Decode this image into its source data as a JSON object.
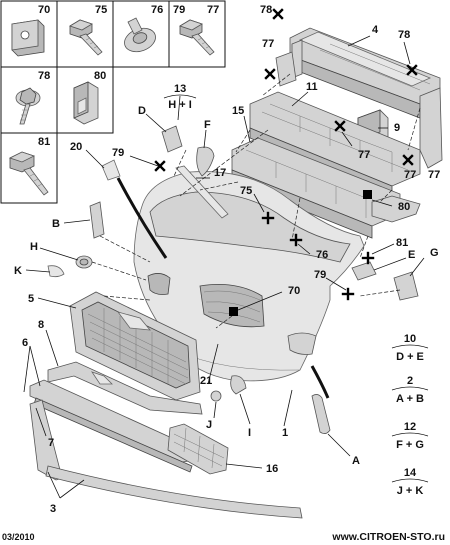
{
  "fastener_boxes": [
    {
      "number": "70"
    },
    {
      "number": "75"
    },
    {
      "number": "76"
    },
    {
      "number": "79"
    },
    {
      "number": "77"
    },
    {
      "number": "78"
    },
    {
      "number": "80"
    },
    {
      "number": "81"
    }
  ],
  "callouts": [
    "78",
    "4",
    "78",
    "77",
    "77",
    "11",
    "9",
    "15",
    "77",
    "77",
    "80",
    "75",
    "76",
    "81",
    "E",
    "G",
    "79",
    "70",
    "D",
    "F",
    "17",
    "13",
    "20",
    "79",
    "B",
    "H",
    "K",
    "5",
    "8",
    "6",
    "7",
    "3",
    "21",
    "J",
    "I",
    "1",
    "A",
    "16"
  ],
  "legend": [
    {
      "number": "13",
      "formula": "H + I"
    },
    {
      "number": "10",
      "formula": "D + E"
    },
    {
      "number": "2",
      "formula": "A + B"
    },
    {
      "number": "12",
      "formula": "F + G"
    },
    {
      "number": "14",
      "formula": "J + K"
    }
  ],
  "footer": {
    "date": "03/2010",
    "website": "www.CITROEN-STO.ru"
  }
}
